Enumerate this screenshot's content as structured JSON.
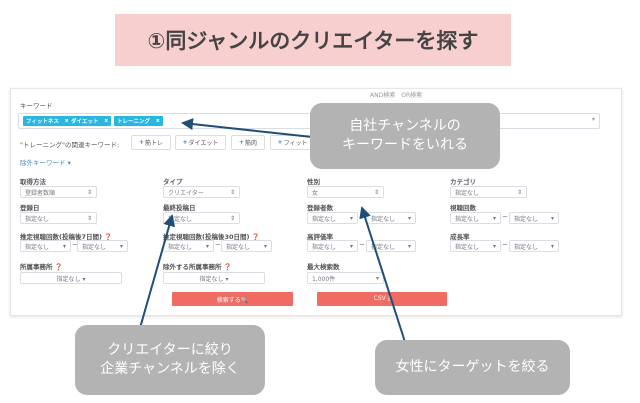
{
  "banner": {
    "title": "①同ジャンルのクリエイターを探す"
  },
  "search": {
    "keyword_label": "キーワード",
    "tags": [
      "フィットネス",
      "ダイエット",
      "トレーニング"
    ],
    "tag_remove": "x",
    "mode_options": [
      "AND検索",
      "OR検索"
    ],
    "related_label": "\"トレーニング\"の関連キーワード:",
    "related": [
      "筋トレ",
      "ダイエット",
      "筋肉",
      "フィット"
    ],
    "exclude_label": "除外キーワード ▾",
    "fields": {
      "method": {
        "label": "取得方法",
        "value": "登録者数順"
      },
      "type": {
        "label": "タイプ",
        "value": "クリエイター"
      },
      "gender": {
        "label": "性別",
        "value": "女"
      },
      "category": {
        "label": "カテゴリ",
        "value": "指定なし"
      },
      "reg_date": {
        "label": "登録日",
        "value": "指定なし"
      },
      "last_post": {
        "label": "最終投稿日",
        "value": "指定なし"
      },
      "subscribers": {
        "label": "登録者数",
        "from": "指定なし",
        "to": "指定なし"
      },
      "views": {
        "label": "視聴回数",
        "from": "指定なし",
        "to": "指定なし"
      },
      "est7": {
        "label": "推定視聴回数(投稿後7日間)",
        "from": "指定なし",
        "to": "指定なし"
      },
      "est30": {
        "label": "推定視聴回数(投稿後30日間)",
        "from": "指定なし",
        "to": "指定なし"
      },
      "like_rate": {
        "label": "高評価率",
        "from": "指定なし",
        "to": "指定なし"
      },
      "growth": {
        "label": "成長率",
        "from": "指定なし",
        "to": "指定なし"
      },
      "agency": {
        "label": "所属事務所",
        "value": "指定なし ▾"
      },
      "ex_agency": {
        "label": "除外する所属事務所",
        "value": "指定なし ▾"
      },
      "max": {
        "label": "最大検索数",
        "value": "1,000件"
      }
    },
    "search_button": "検索する🔍",
    "csv_button": "CSV ⤓"
  },
  "callouts": {
    "keyword": "自社チャンネルの\nキーワードをいれる",
    "creator": "クリエイターに絞り\n企業チャンネルを除く",
    "gender": "女性にターゲットを絞る"
  },
  "colors": {
    "banner": "#f8cfcf",
    "tag": "#29b6e3",
    "button": "#f06b62",
    "arrow": "#1f4e79",
    "callout": "#b3b3b3"
  }
}
